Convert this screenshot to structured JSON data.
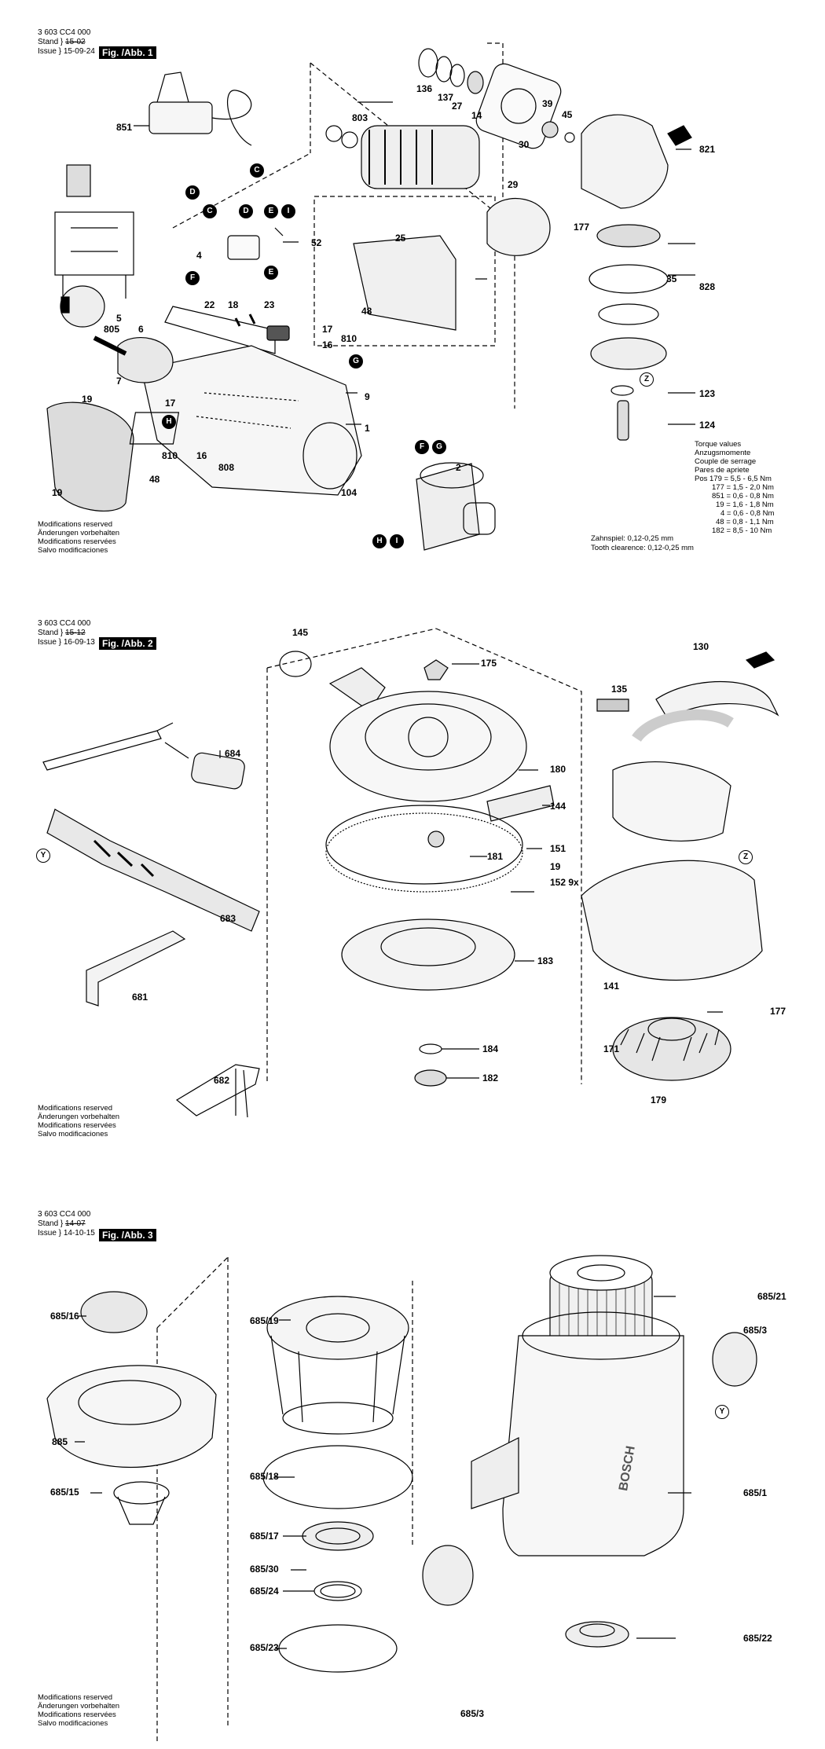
{
  "sheet1": {
    "code": "3 603 CC4 000",
    "stand_label": "Stand",
    "stand_date": "15-02",
    "issue_label": "Issue",
    "issue_date": "15-09-24",
    "fig": "Fig. /Abb. 1",
    "mods": [
      "Modifications reserved",
      "Änderungen vorbehalten",
      "Modifications reservées",
      "Salvo modificaciones"
    ],
    "torque": [
      "Torque values",
      "Anzugsmomente",
      "Couple de serrage",
      "Pares de apriete",
      "Pos 179 = 5,5 - 6,5 Nm",
      "177 = 1,5 - 2,0 Nm",
      "851 = 0,6 - 0,8 Nm",
      "19 = 1,6 - 1,8 Nm",
      "4 = 0,6 - 0,8 Nm",
      "48 = 0,8 - 1,1 Nm",
      "182 = 8,5 - 10 Nm"
    ],
    "clearance": [
      "Zahnspiel:          0,12-0,25 mm",
      "Tooth clearence: 0,12-0,25 mm"
    ],
    "parts": [
      "851",
      "803",
      "136",
      "137",
      "27",
      "14",
      "39",
      "45",
      "30",
      "821",
      "29",
      "177",
      "828",
      "35",
      "25",
      "22",
      "18",
      "23",
      "52",
      "4",
      "5",
      "805",
      "6",
      "7",
      "19",
      "17",
      "810",
      "48",
      "16",
      "9",
      "1",
      "123",
      "124",
      "808",
      "104",
      "2"
    ],
    "letters": [
      "C",
      "D",
      "E",
      "I",
      "F",
      "G",
      "H",
      "Z"
    ]
  },
  "sheet2": {
    "code": "3 603 CC4 000",
    "stand_label": "Stand",
    "stand_date": "15-12",
    "issue_label": "Issue",
    "issue_date": "16-09-13",
    "fig": "Fig. /Abb. 2",
    "mods": [
      "Modifications reserved",
      "Änderungen vorbehalten",
      "Modifications reservées",
      "Salvo modificaciones"
    ],
    "parts": [
      "145",
      "175",
      "130",
      "135",
      "684",
      "180",
      "144",
      "683",
      "151",
      "181",
      "19",
      "152 9x",
      "141",
      "177",
      "681",
      "183",
      "171",
      "184",
      "182",
      "179",
      "682"
    ],
    "letters": [
      "Y",
      "Z"
    ]
  },
  "sheet3": {
    "code": "3 603 CC4 000",
    "stand_label": "Stand",
    "stand_date": "14-07",
    "issue_label": "Issue",
    "issue_date": "14-10-15",
    "fig": "Fig. /Abb. 3",
    "mods": [
      "Modifications reserved",
      "Änderungen vorbehalten",
      "Modifications reservées",
      "Salvo modificaciones"
    ],
    "parts": [
      "685/21",
      "685/19",
      "685/16",
      "685/3",
      "685/18",
      "885",
      "685/17",
      "685/30",
      "685/15",
      "685/24",
      "685/1",
      "685/23",
      "685/3",
      "685/22"
    ],
    "letters": [
      "Y"
    ],
    "logo": "BOSCH"
  }
}
